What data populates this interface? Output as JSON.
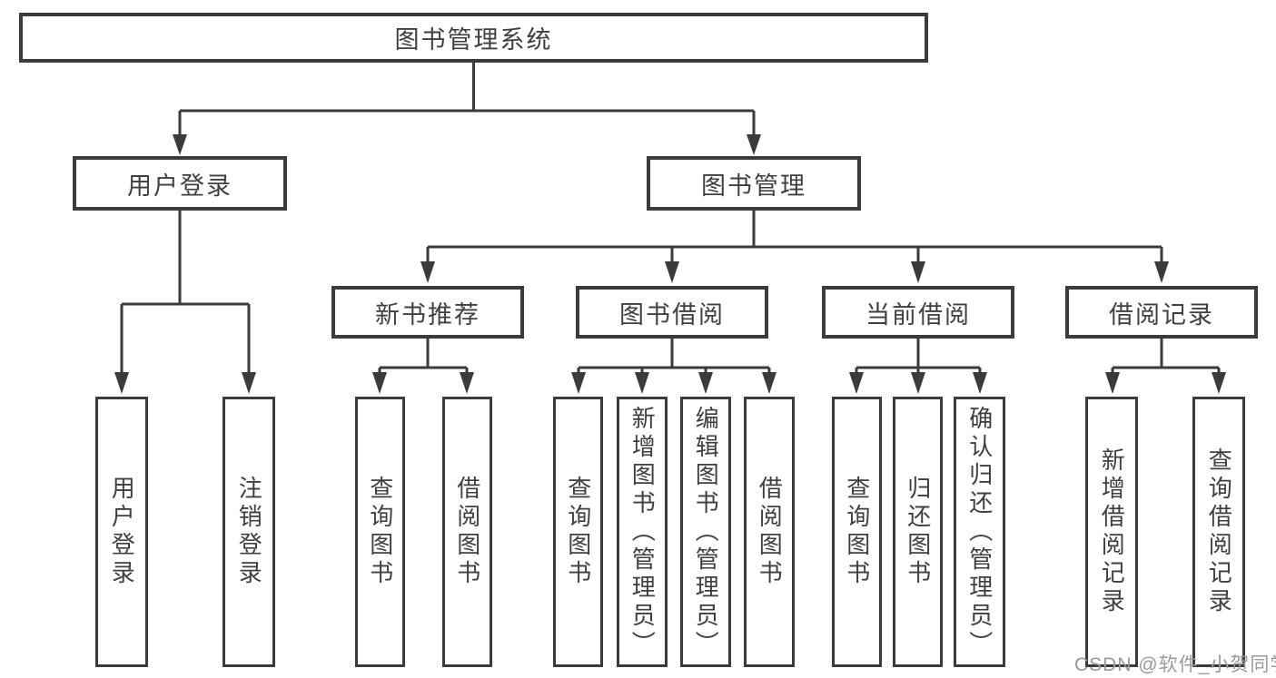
{
  "diagram": {
    "type": "tree",
    "nodes": {
      "root": "图书管理系统",
      "user_login": "用户登录",
      "book_management": "图书管理",
      "new_book_recommend": "新书推荐",
      "book_borrowing": "图书借阅",
      "current_borrowing": "当前借阅",
      "borrowing_records": "借阅记录"
    },
    "leaves": {
      "user_login": "用户登录",
      "logout": "注销登录",
      "query_books_1": "查询图书",
      "borrow_books_1": "借阅图书",
      "query_books_2": "查询图书",
      "add_books_admin": "新增图书（管理员）",
      "edit_books_admin": "编辑图书（管理员）",
      "borrow_books_2": "借阅图书",
      "query_books_3": "查询图书",
      "return_books": "归还图书",
      "confirm_return_admin": "确认归还（管理员）",
      "add_borrow_record": "新增借阅记录",
      "query_borrow_record": "查询借阅记录"
    },
    "edges": [
      [
        "图书管理系统",
        "用户登录"
      ],
      [
        "图书管理系统",
        "图书管理"
      ],
      [
        "用户登录",
        "用户登录(叶)"
      ],
      [
        "用户登录",
        "注销登录"
      ],
      [
        "图书管理",
        "新书推荐"
      ],
      [
        "图书管理",
        "图书借阅"
      ],
      [
        "图书管理",
        "当前借阅"
      ],
      [
        "图书管理",
        "借阅记录"
      ],
      [
        "新书推荐",
        "查询图书"
      ],
      [
        "新书推荐",
        "借阅图书"
      ],
      [
        "图书借阅",
        "查询图书"
      ],
      [
        "图书借阅",
        "新增图书（管理员）"
      ],
      [
        "图书借阅",
        "编辑图书（管理员）"
      ],
      [
        "图书借阅",
        "借阅图书"
      ],
      [
        "当前借阅",
        "查询图书"
      ],
      [
        "当前借阅",
        "归还图书"
      ],
      [
        "当前借阅",
        "确认归还（管理员）"
      ],
      [
        "借阅记录",
        "新增借阅记录"
      ],
      [
        "借阅记录",
        "查询借阅记录"
      ]
    ],
    "colors": {
      "line": "#3b3b3b",
      "text": "#3f3f3f",
      "watermark": "#9a9a9a",
      "background": "#ffffff"
    },
    "watermark": "CSDN @软件_小贺同学"
  }
}
